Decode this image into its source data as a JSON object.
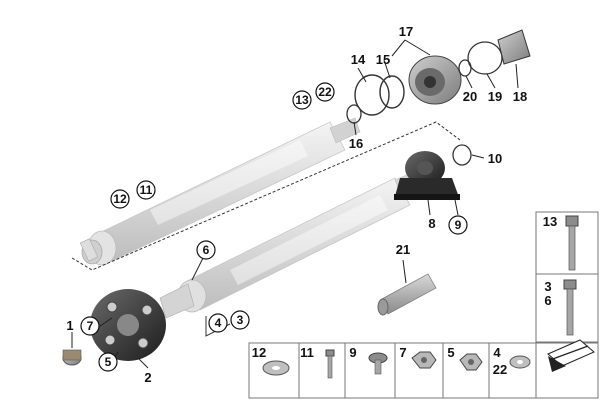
{
  "labels": {
    "p1": "1",
    "p2": "2",
    "p3": "3",
    "p4": "4",
    "p5": "5",
    "p6": "6",
    "p7": "7",
    "p8": "8",
    "p9": "9",
    "p10": "10",
    "p11": "11",
    "p12": "12",
    "p13": "13",
    "p14": "14",
    "p15": "15",
    "p16": "16",
    "p17": "17",
    "p18": "18",
    "p19": "19",
    "p20": "20",
    "p21": "21",
    "p22": "22"
  },
  "hardware_strip": [
    "12",
    "11",
    "9",
    "7",
    "5",
    "4",
    "22"
  ],
  "side_panel": {
    "top": "13",
    "middle_a": "3",
    "middle_b": "6"
  }
}
